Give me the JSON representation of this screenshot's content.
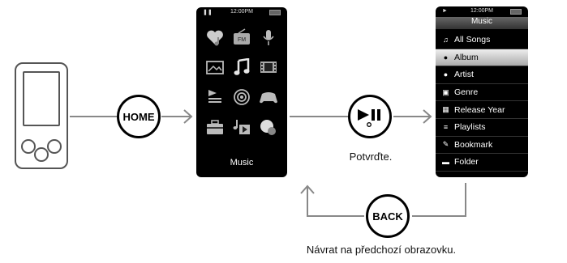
{
  "buttons": {
    "home_label": "HOME",
    "back_label": "BACK"
  },
  "home_screen": {
    "time": "12:00PM",
    "label": "Music",
    "icons": [
      "heart-music-icon",
      "fm-radio-icon",
      "microphone-icon",
      "photo-icon",
      "music-note-icon",
      "video-film-icon",
      "podcast-icon",
      "broadcast-icon",
      "game-controller-icon",
      "toolbox-icon",
      "music-player-icon",
      "app-bubble-icon"
    ]
  },
  "music_screen": {
    "time": "12:00PM",
    "title": "Music",
    "items": [
      {
        "label": "All Songs",
        "icon": "music-note-icon",
        "selected": false
      },
      {
        "label": "Album",
        "icon": "disc-icon",
        "selected": true
      },
      {
        "label": "Artist",
        "icon": "person-icon",
        "selected": false
      },
      {
        "label": "Genre",
        "icon": "genre-icon",
        "selected": false
      },
      {
        "label": "Release Year",
        "icon": "calendar-icon",
        "selected": false
      },
      {
        "label": "Playlists",
        "icon": "playlist-icon",
        "selected": false
      },
      {
        "label": "Bookmark",
        "icon": "bookmark-icon",
        "selected": false
      },
      {
        "label": "Folder",
        "icon": "folder-icon",
        "selected": false
      }
    ]
  },
  "captions": {
    "confirm": "Potvrďte.",
    "back": "Návrat na předchozí obrazovku."
  },
  "colors": {
    "arrow": "#888888",
    "screen_bg": "#000000",
    "selection": "#d0d0d0"
  }
}
